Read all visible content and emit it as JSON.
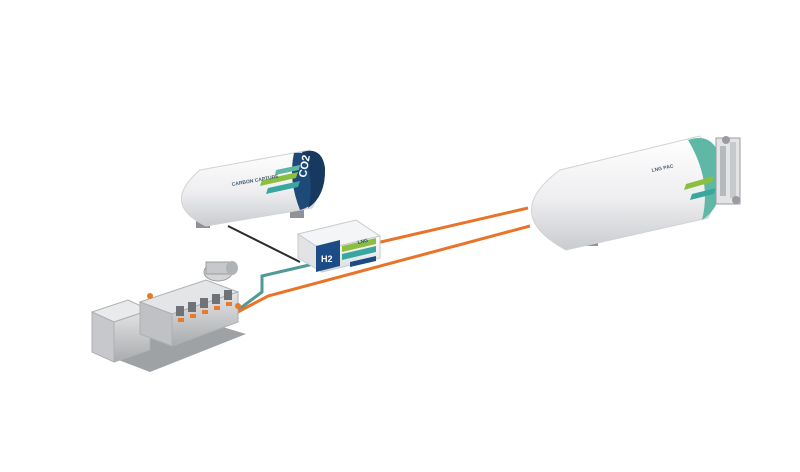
{
  "labels": {
    "co2_tank_band": "CO2",
    "co2_tank_label": "CARBON CAPTURE",
    "h2_module_symbol": "H2",
    "h2_module_label": "LNG",
    "lng_tank_label": "LNG PAC"
  },
  "colors": {
    "background": "#ffffff",
    "tank_body": "#f2f2f3",
    "co2_band": "#1e4a7a",
    "accent_green": "#8cbf3f",
    "accent_teal": "#3aa6a0",
    "lng_band": "#5fb8a6",
    "h2_blue": "#1b4c86",
    "pipe_orange": "#e8742a",
    "pipe_teal": "#4f9a96",
    "pipe_black": "#2a2a2a",
    "engine_grey": "#c9cbcd",
    "engine_orange": "#ea7a2a"
  }
}
